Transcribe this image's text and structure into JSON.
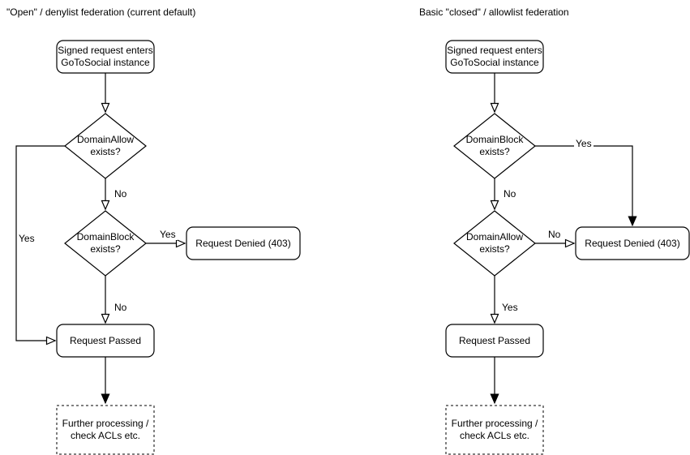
{
  "diagram": {
    "background": "#ffffff",
    "line_color": "#000000",
    "text_color": "#000000",
    "left_chart": {
      "title": "\"Open\" / denylist federation (current default)",
      "nodes": {
        "start": "Signed request enters\nGoToSocial instance",
        "domain_allow": "DomainAllow\nexists?",
        "domain_block": "DomainBlock\nexists?",
        "denied": "Request Denied (403)",
        "passed": "Request Passed",
        "further": "Further processing /\ncheck ACLs etc."
      },
      "edge_labels": {
        "allow_no": "No",
        "allow_yes": "Yes",
        "block_yes": "Yes",
        "block_no": "No"
      }
    },
    "right_chart": {
      "title": "Basic \"closed\" / allowlist federation",
      "nodes": {
        "start": "Signed request enters\nGoToSocial instance",
        "domain_block": "DomainBlock\nexists?",
        "domain_allow": "DomainAllow\nexists?",
        "denied": "Request Denied (403)",
        "passed": "Request Passed",
        "further": "Further processing /\ncheck ACLs etc."
      },
      "edge_labels": {
        "block_yes": "Yes",
        "block_no": "No",
        "allow_no": "No",
        "allow_yes": "Yes"
      }
    }
  }
}
